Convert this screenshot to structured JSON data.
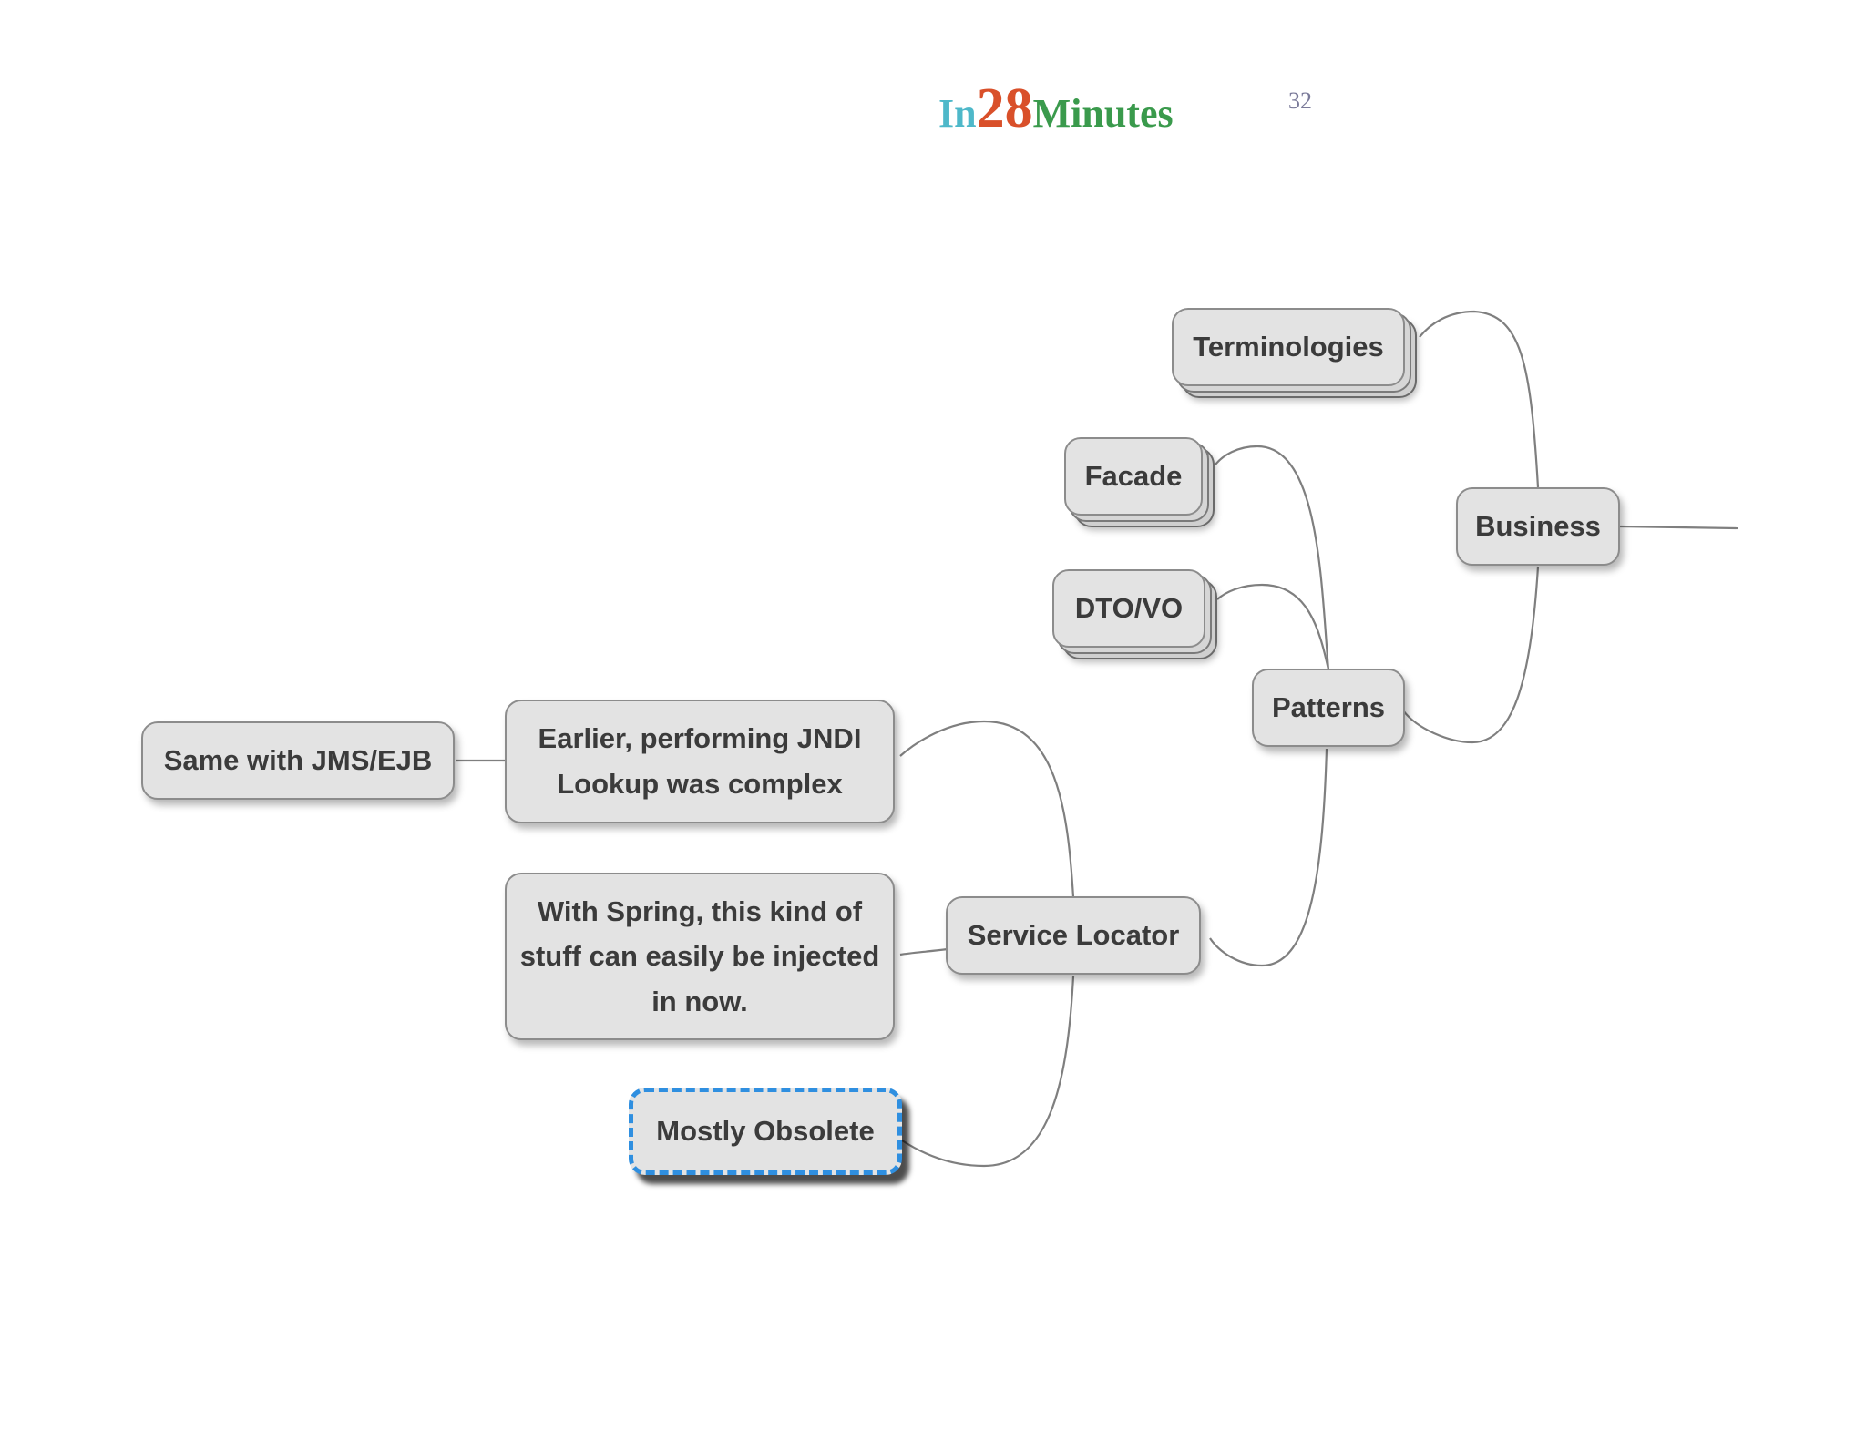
{
  "header": {
    "logo_part_in": "In",
    "logo_part_28": "28",
    "logo_part_minutes": "Minutes",
    "page_number": "32"
  },
  "mindmap": {
    "nodes": {
      "business": "Business",
      "terminologies": "Terminologies",
      "patterns": "Patterns",
      "facade": "Facade",
      "dto_vo": "DTO/VO",
      "service_locator": "Service Locator",
      "jndi_lookup": "Earlier, performing JNDI Lookup was complex",
      "same_jms_ejb": "Same with JMS/EJB",
      "spring_injection": "With Spring, this kind of stuff can easily be injected in now.",
      "mostly_obsolete": "Mostly Obsolete"
    },
    "edges": [
      [
        "business",
        "terminologies"
      ],
      [
        "business",
        "patterns"
      ],
      [
        "patterns",
        "facade"
      ],
      [
        "patterns",
        "dto_vo"
      ],
      [
        "patterns",
        "service_locator"
      ],
      [
        "service_locator",
        "jndi_lookup"
      ],
      [
        "service_locator",
        "spring_injection"
      ],
      [
        "service_locator",
        "mostly_obsolete"
      ],
      [
        "jndi_lookup",
        "same_jms_ejb"
      ]
    ]
  },
  "colors": {
    "logo_in": "#4eb8c9",
    "logo_28": "#d9502a",
    "logo_minutes": "#3a9a4c",
    "node_fill": "#e3e3e3",
    "node_border": "#8c8c8c",
    "highlight_border": "#2f8fe0",
    "connector": "#7f7f7f"
  }
}
